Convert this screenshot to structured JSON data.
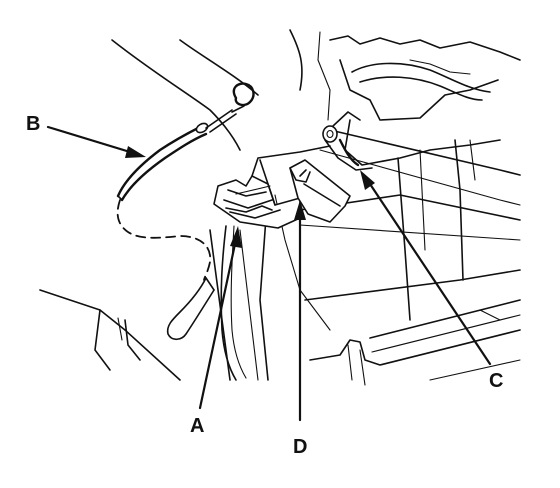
{
  "callouts": {
    "a": "A",
    "b": "B",
    "c": "C",
    "d": "D"
  },
  "colors": {
    "ink": "#111111",
    "paper": "#ffffff"
  }
}
